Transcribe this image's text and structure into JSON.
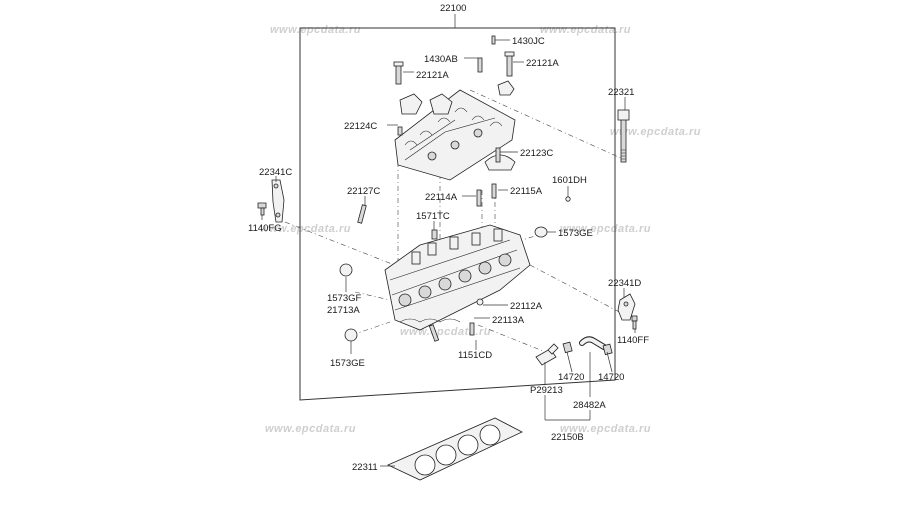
{
  "watermark": "www.epcdata.ru",
  "labels": {
    "p22100": "22100",
    "p1430jc": "1430JC",
    "p1430ab": "1430AB",
    "p22121a_left": "22121A",
    "p22121a_right": "22121A",
    "p22321": "22321",
    "p22124c": "22124C",
    "p22123c": "22123C",
    "p22341c": "22341C",
    "p22127c": "22127C",
    "p22114a": "22114A",
    "p22115a": "22115A",
    "p1601dh": "1601DH",
    "p1140fg": "1140FG",
    "p1571tc": "1571TC",
    "p1573ge_right": "1573GE",
    "p22341d": "22341D",
    "p1573gf": "1573GF",
    "p21713a": "21713A",
    "p22112a": "22112A",
    "p22113a": "22113A",
    "p1140ff": "1140FF",
    "p1573ge_left": "1573GE",
    "p1151cd": "1151CD",
    "p14720_left": "14720",
    "p14720_right": "14720",
    "p29213": "P29213",
    "p28482a": "28482A",
    "p22150b": "22150B",
    "p22311": "22311"
  }
}
